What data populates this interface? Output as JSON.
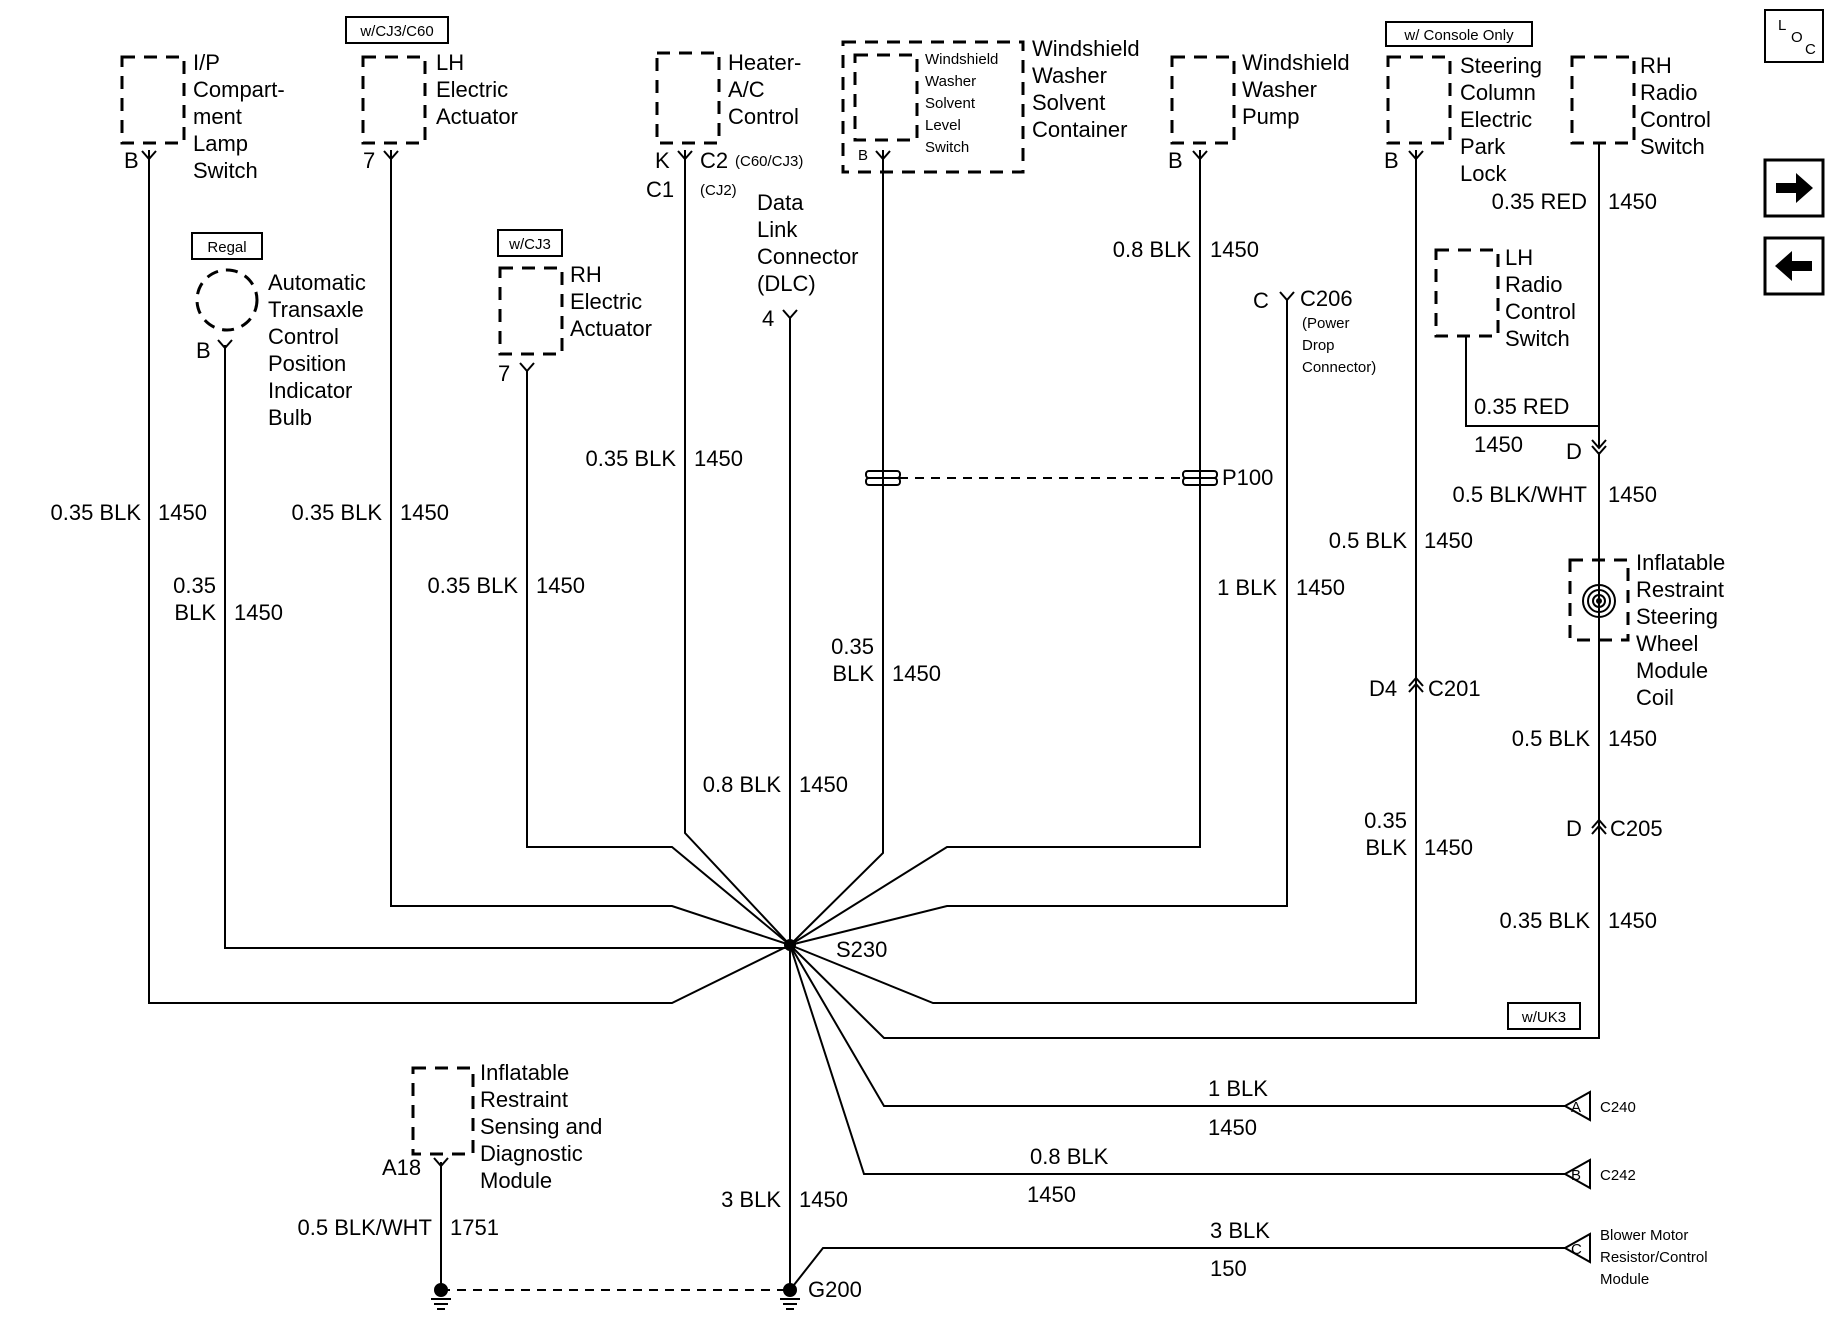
{
  "components": {
    "ip_lamp": [
      "I/P",
      "Compart-",
      "ment",
      "Lamp",
      "Switch"
    ],
    "lh_actuator": [
      "LH",
      "Electric",
      "Actuator"
    ],
    "heater": [
      "Heater-",
      "A/C",
      "Control"
    ],
    "washer_level_inner": [
      "Windshield",
      "Washer",
      "Solvent",
      "Level",
      "Switch"
    ],
    "washer_container": [
      "Windshield",
      "Washer",
      "Solvent",
      "Container"
    ],
    "washer_pump": [
      "Windshield",
      "Washer",
      "Pump"
    ],
    "park_lock": [
      "Steering",
      "Column",
      "Electric",
      "Park",
      "Lock"
    ],
    "rh_radio": [
      "RH",
      "Radio",
      "Control",
      "Switch"
    ],
    "transaxle": [
      "Automatic",
      "Transaxle",
      "Control",
      "Position",
      "Indicator",
      "Bulb"
    ],
    "rh_actuator": [
      "RH",
      "Electric",
      "Actuator"
    ],
    "dlc": [
      "Data",
      "Link",
      "Connector",
      "(DLC)"
    ],
    "c206": [
      "C206",
      "(Power",
      "Drop",
      "Connector)"
    ],
    "lh_radio": [
      "LH",
      "Radio",
      "Control",
      "Switch"
    ],
    "coil": [
      "Inflatable",
      "Restraint",
      "Steering",
      "Wheel",
      "Module",
      "Coil"
    ],
    "sdm": [
      "Inflatable",
      "Restraint",
      "Sensing and",
      "Diagnostic",
      "Module"
    ],
    "blower": [
      "Blower Motor",
      "Resistor/Control",
      "Module"
    ]
  },
  "options": {
    "cj3_c60": "w/CJ3/C60",
    "console": "w/ Console Only",
    "regal": "Regal",
    "cj3": "w/CJ3",
    "uk3": "w/UK3"
  },
  "pins": {
    "ip_lamp": "B",
    "lh_actuator": "7",
    "heater_k": "K",
    "heater_c2": "C2",
    "heater_c2_note": "(C60/CJ3)",
    "heater_c1": "C1",
    "heater_c1_note": "(CJ2)",
    "washer_level": "B",
    "washer_pump": "B",
    "park_lock": "B",
    "transaxle": "B",
    "rh_actuator": "7",
    "dlc": "4",
    "c206": "C",
    "rh_radio_d": "D",
    "c201_pin": "D4",
    "c201": "C201",
    "c205_pin": "D",
    "c205": "C205",
    "sdm": "A18",
    "c240_pin": "A",
    "c240": "C240",
    "c242_pin": "B",
    "c242": "C242",
    "blower_pin": "C"
  },
  "wires": {
    "rh_radio_upper": [
      "0.35 RED",
      "1450"
    ],
    "pump": [
      "0.8 BLK",
      "1450"
    ],
    "lh_radio": [
      "0.35 RED",
      "1450"
    ],
    "coil_top": [
      "0.5 BLK/WHT",
      "1450"
    ],
    "park_lock": [
      "0.5 BLK",
      "1450"
    ],
    "c206": [
      "1 BLK",
      "1450"
    ],
    "ip_lamp": [
      "0.35 BLK",
      "1450"
    ],
    "lh_actuator": [
      "0.35 BLK",
      "1450"
    ],
    "transaxle": [
      "0.35",
      "BLK",
      "1450"
    ],
    "rh_actuator": [
      "0.35 BLK",
      "1450"
    ],
    "heater": [
      "0.35 BLK",
      "1450"
    ],
    "washer_level": [
      "0.35",
      "BLK",
      "1450"
    ],
    "dlc": [
      "0.8 BLK",
      "1450"
    ],
    "coil_mid": [
      "0.5 BLK",
      "1450"
    ],
    "park_lock_lower": [
      "0.35",
      "BLK",
      "1450"
    ],
    "coil_lower": [
      "0.35 BLK",
      "1450"
    ],
    "c240": [
      "1 BLK",
      "1450"
    ],
    "c242": [
      "0.8 BLK",
      "1450"
    ],
    "blower": [
      "3 BLK",
      "150"
    ],
    "ground": [
      "3 BLK",
      "1450"
    ],
    "sdm": [
      "0.5 BLK/WHT",
      "1751"
    ]
  },
  "splices": {
    "p100": "P100",
    "s230": "S230",
    "g200": "G200"
  },
  "nav": {
    "loc_l": "L",
    "loc_o": "O",
    "loc_c": "C"
  },
  "icons": {
    "loc": "loc-icon",
    "next": "arrow-right-icon",
    "prev": "arrow-left-icon"
  }
}
